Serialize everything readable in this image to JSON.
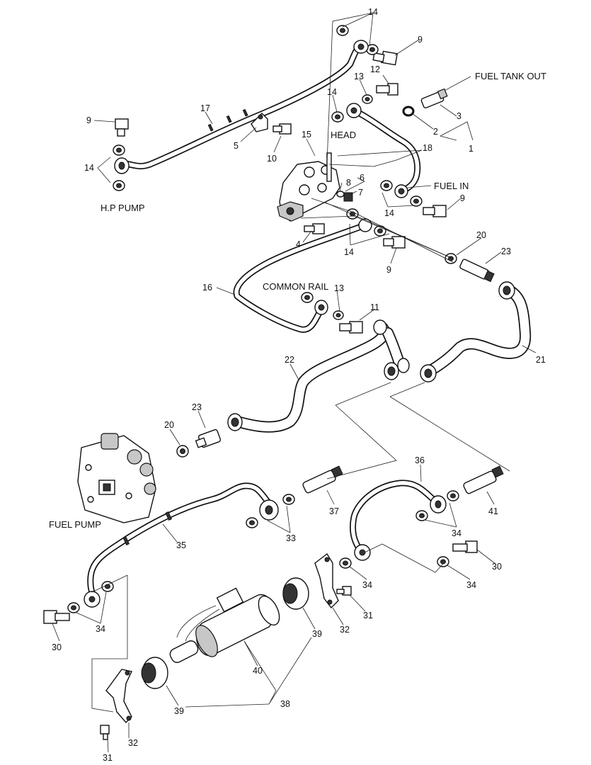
{
  "labels": {
    "fuel_tank_out": "FUEL TANK OUT",
    "head": "HEAD",
    "fuel_in": "FUEL IN",
    "hp_pump": "H.P PUMP",
    "common_rail": "COMMON RAIL",
    "fuel_pump": "FUEL PUMP"
  },
  "callouts": {
    "c14a": "14",
    "c9a": "9",
    "c12": "12",
    "c13a": "13",
    "c14b": "14",
    "c3": "3",
    "c2": "2",
    "c1": "1",
    "c17": "17",
    "c9b": "9",
    "c14c": "14",
    "c5": "5",
    "c10": "10",
    "c15": "15",
    "c18": "18",
    "c6": "6",
    "c8": "8",
    "c7": "7",
    "c9c": "9",
    "c14d": "14",
    "c4": "4",
    "c14e": "14",
    "c9d": "9",
    "c20a": "20",
    "c23a": "23",
    "c16": "16",
    "c13b": "13",
    "c11": "11",
    "c21": "21",
    "c22": "22",
    "c23b": "23",
    "c20b": "20",
    "c36": "36",
    "c37": "37",
    "c41": "41",
    "c33": "33",
    "c34a": "34",
    "c35": "35",
    "c30a": "30",
    "c34b": "34",
    "c34c": "34",
    "c34d": "34",
    "c31a": "31",
    "c32a": "32",
    "c39a": "39",
    "c40": "40",
    "c38": "38",
    "c39b": "39",
    "c32b": "32",
    "c30b": "30",
    "c31b": "31"
  }
}
